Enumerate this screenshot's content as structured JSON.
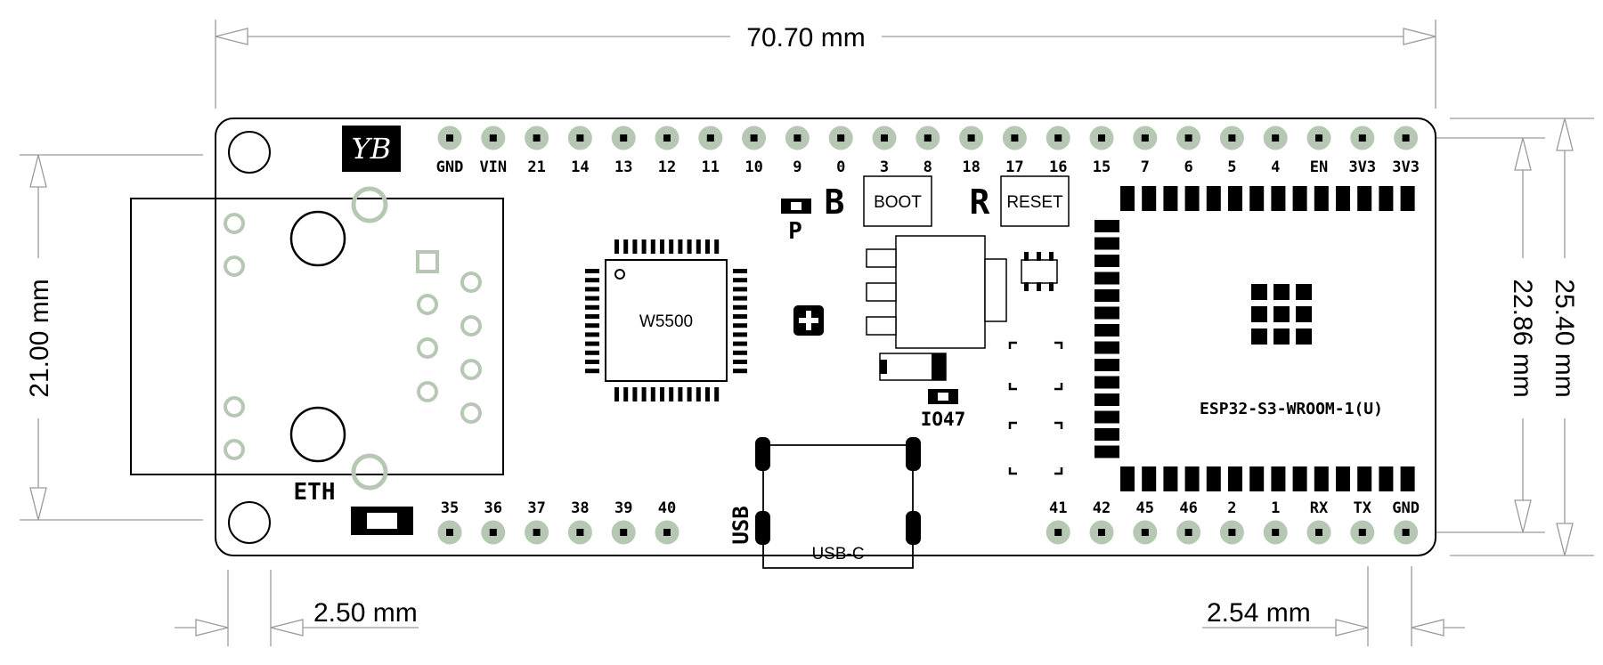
{
  "dimensions": {
    "width": "70.70 mm",
    "height_outer": "25.40 mm",
    "height_inner": "22.86 mm",
    "eth_height": "21.00 mm",
    "edge_offset": "2.50 mm",
    "pin_pitch": "2.54 mm"
  },
  "board": {
    "logo": "YB",
    "eth_label": "ETH",
    "w5500_label": "W5500",
    "boot_label": "BOOT",
    "boot_marker": "B",
    "reset_label": "RESET",
    "reset_marker": "R",
    "power_led_label": "P",
    "io_led_label": "IO47",
    "usb_label": "USB",
    "usbc_label": "USB-C",
    "module_label": "ESP32-S3-WROOM-1(U)"
  },
  "top_pins": [
    "GND",
    "VIN",
    "21",
    "14",
    "13",
    "12",
    "11",
    "10",
    "9",
    "0",
    "3",
    "8",
    "18",
    "17",
    "16",
    "15",
    "7",
    "6",
    "5",
    "4",
    "EN",
    "3V3",
    "3V3"
  ],
  "bottom_left_pins": [
    "35",
    "36",
    "37",
    "38",
    "39",
    "40"
  ],
  "bottom_right_pins": [
    "41",
    "42",
    "45",
    "46",
    "2",
    "1",
    "RX",
    "TX",
    "GND"
  ],
  "colors": {
    "pad_ring": "#b6c8b4",
    "outline": "#000000",
    "dimension_line": "#9a9a9a"
  }
}
